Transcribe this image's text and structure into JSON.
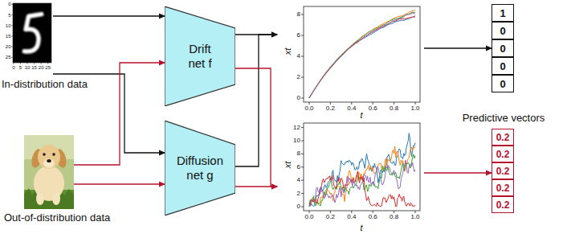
{
  "diagram": {
    "nodes": [
      {
        "text": [
          "In-distribution data"
        ]
      },
      {
        "text": [
          "Out-of-distribution data"
        ]
      },
      {
        "text": [
          "Drift net f"
        ]
      },
      {
        "text": [
          "Diffusion net g"
        ]
      },
      {
        "text": [
          "xt",
          "t"
        ]
      },
      {
        "text": [
          "xt",
          "t"
        ]
      },
      {
        "text": [
          "1"
        ]
      },
      {
        "text": [
          "0"
        ]
      },
      {
        "text": [
          "0"
        ]
      },
      {
        "text": [
          "0"
        ]
      },
      {
        "text": [
          "0"
        ]
      },
      {
        "text": [
          "0.2"
        ]
      },
      {
        "text": [
          "0.2"
        ]
      },
      {
        "text": [
          "0.2"
        ]
      },
      {
        "text": [
          "0.2"
        ]
      },
      {
        "text": [
          "0.2"
        ]
      }
    ],
    "edges": [
      {
        "from": 0,
        "to": 2,
        "arrow": "to"
      },
      {
        "from": 0,
        "to": 3,
        "arrow": "to"
      },
      {
        "from": 1,
        "to": 2,
        "arrow": "to"
      },
      {
        "from": 1,
        "to": 3,
        "arrow": "to"
      },
      {
        "from": 2,
        "to": 4,
        "arrow": "to"
      },
      {
        "from": 3,
        "to": 4,
        "arrow": "to"
      },
      {
        "from": 2,
        "to": 5,
        "arrow": "to"
      },
      {
        "from": 3,
        "to": 5,
        "arrow": "to"
      },
      {
        "from": 4,
        "to": 8,
        "arrow": "to"
      },
      {
        "from": 5,
        "to": 13,
        "arrow": "to"
      }
    ],
    "labels": [
      "0",
      "5",
      "10",
      "15",
      "20",
      "25",
      "0",
      "5",
      "10",
      "15",
      "20",
      "25",
      "0",
      "2",
      "4",
      "6",
      "8",
      "0.0",
      "0.2",
      "0.4",
      "0.6",
      "0.8",
      "1.0",
      "Predictive vectors",
      "0",
      "2",
      "4",
      "6",
      "8",
      "10",
      "12",
      "0.0",
      "0.2",
      "0.4",
      "0.6",
      "0.8",
      "1.0"
    ]
  }
}
